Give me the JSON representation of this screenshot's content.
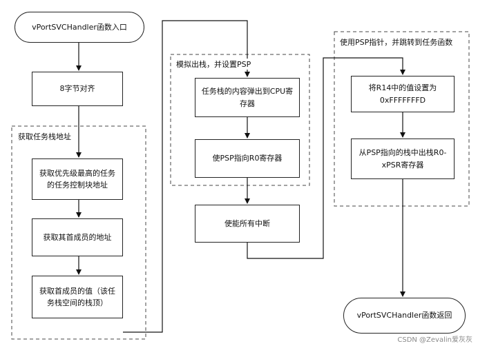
{
  "nodes": {
    "start": "vPortSVCHandler函数入口",
    "align": "8字节对齐",
    "get_tcb": "获取优先级最高的任务的任务控制块地址",
    "get_first_member_addr": "获取其首成员的地址",
    "get_first_member_value": "获取首成员的值（该任务栈空间的栈顶）",
    "pop_stack": "任务栈的内容弹出到CPU寄存器",
    "psp_to_r0": "使PSP指向R0寄存器",
    "enable_interrupts": "使能所有中断",
    "set_r14": "将R14中的值设置为0xFFFFFFFD",
    "pop_r0_xpsr": "从PSP指向的栈中出栈R0-xPSR寄存器",
    "end": "vPortSVCHandler函数返回"
  },
  "groups": {
    "get_stack_addr": "获取任务栈地址",
    "simulate_pop": "模拟出栈，并设置PSP",
    "use_psp": "使用PSP指针，并跳转到任务函数"
  },
  "watermark": "CSDN @Zevalin爱灰灰"
}
